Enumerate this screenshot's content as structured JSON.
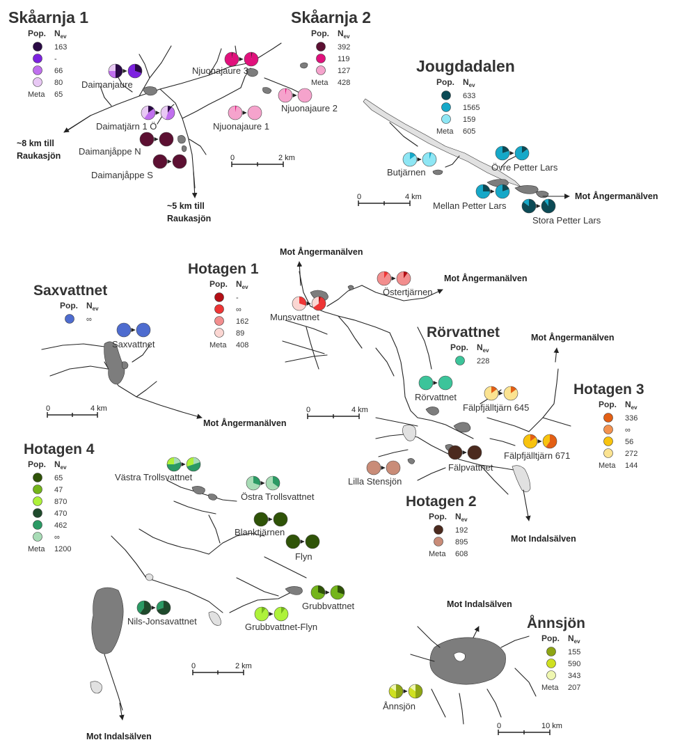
{
  "regions": [
    {
      "id": "skaarnja1",
      "title": "Skåarnja 1",
      "legend": {
        "pop_label": "Pop.",
        "nev_label": "N",
        "nev_sub": "ev",
        "rows": [
          {
            "color": "#2a0a45",
            "value": "163"
          },
          {
            "color": "#7d22e0",
            "value": "-"
          },
          {
            "color": "#c070ee",
            "value": "66"
          },
          {
            "color": "#e8c8f4",
            "value": "80"
          }
        ],
        "meta_label": "Meta",
        "meta_value": "65"
      }
    },
    {
      "id": "skaarnja2",
      "title": "Skåarnja 2",
      "legend": {
        "pop_label": "Pop.",
        "nev_label": "N",
        "nev_sub": "ev",
        "rows": [
          {
            "color": "#5c1032",
            "value": "392"
          },
          {
            "color": "#e0117c",
            "value": "119"
          },
          {
            "color": "#f5a3cc",
            "value": "127"
          }
        ],
        "meta_label": "Meta",
        "meta_value": "428"
      }
    },
    {
      "id": "jougdadalen",
      "title": "Jougdadalen",
      "legend": {
        "pop_label": "Pop.",
        "nev_label": "N",
        "nev_sub": "ev",
        "rows": [
          {
            "color": "#0c4a55",
            "value": "633"
          },
          {
            "color": "#16a8c8",
            "value": "1565"
          },
          {
            "color": "#8ee6f4",
            "value": "159"
          }
        ],
        "meta_label": "Meta",
        "meta_value": "605"
      }
    },
    {
      "id": "saxvattnet",
      "title": "Saxvattnet",
      "legend": {
        "pop_label": "Pop.",
        "nev_label": "N",
        "nev_sub": "ev",
        "rows": [
          {
            "color": "#4e6ccf",
            "value": "∞"
          }
        ],
        "meta_label": "",
        "meta_value": ""
      }
    },
    {
      "id": "hotagen1",
      "title": "Hotagen 1",
      "legend": {
        "pop_label": "Pop.",
        "nev_label": "N",
        "nev_sub": "ev",
        "rows": [
          {
            "color": "#b30f15",
            "value": "-"
          },
          {
            "color": "#ee3535",
            "value": "∞"
          },
          {
            "color": "#f28e8e",
            "value": "162"
          },
          {
            "color": "#fbd6d2",
            "value": "89"
          }
        ],
        "meta_label": "Meta",
        "meta_value": "408"
      }
    },
    {
      "id": "rorvattnet",
      "title": "Rörvattnet",
      "legend": {
        "pop_label": "Pop.",
        "nev_label": "N",
        "nev_sub": "ev",
        "rows": [
          {
            "color": "#3cc49a",
            "value": "228"
          }
        ],
        "meta_label": "",
        "meta_value": ""
      }
    },
    {
      "id": "hotagen3",
      "title": "Hotagen 3",
      "legend": {
        "pop_label": "Pop.",
        "nev_label": "N",
        "nev_sub": "ev",
        "rows": [
          {
            "color": "#e35f14",
            "value": "336"
          },
          {
            "color": "#f39250",
            "value": "∞"
          },
          {
            "color": "#f8c30e",
            "value": "56"
          },
          {
            "color": "#fbe391",
            "value": "272"
          }
        ],
        "meta_label": "Meta",
        "meta_value": "144"
      }
    },
    {
      "id": "hotagen4",
      "title": "Hotagen 4",
      "legend": {
        "pop_label": "Pop.",
        "nev_label": "N",
        "nev_sub": "ev",
        "rows": [
          {
            "color": "#2f5308",
            "value": "65"
          },
          {
            "color": "#74b51b",
            "value": "47"
          },
          {
            "color": "#aef23a",
            "value": "870"
          },
          {
            "color": "#1f4a2c",
            "value": "470"
          },
          {
            "color": "#2b9a64",
            "value": "462"
          },
          {
            "color": "#a8dcb6",
            "value": "∞"
          }
        ],
        "meta_label": "Meta",
        "meta_value": "1200"
      }
    },
    {
      "id": "hotagen2",
      "title": "Hotagen 2",
      "legend": {
        "pop_label": "Pop.",
        "nev_label": "N",
        "nev_sub": "ev",
        "rows": [
          {
            "color": "#4b2a1e",
            "value": "192"
          },
          {
            "color": "#c98c78",
            "value": "895"
          }
        ],
        "meta_label": "Meta",
        "meta_value": "608"
      }
    },
    {
      "id": "annsjon",
      "title": "Ånnsjön",
      "legend": {
        "pop_label": "Pop.",
        "nev_label": "N",
        "nev_sub": "ev",
        "rows": [
          {
            "color": "#8ea514",
            "value": "155"
          },
          {
            "color": "#cfe021",
            "value": "590"
          },
          {
            "color": "#eff7b1",
            "value": "343"
          }
        ],
        "meta_label": "Meta",
        "meta_value": "207"
      }
    }
  ],
  "populations": [
    {
      "label": "Daimanjaure",
      "a": [
        {
          "p": 0.5,
          "c": "#2a0a45"
        },
        {
          "p": 0.25,
          "c": "#c070ee"
        },
        {
          "p": 0.25,
          "c": "#e8c8f4"
        }
      ],
      "b": [
        {
          "p": 0.3,
          "c": "#2a0a45"
        },
        {
          "p": 0.7,
          "c": "#7d22e0"
        }
      ]
    },
    {
      "label": "Daimatjärn 1 Ö",
      "a": [
        {
          "p": 0.15,
          "c": "#2a0a45"
        },
        {
          "p": 0.45,
          "c": "#c070ee"
        },
        {
          "p": 0.4,
          "c": "#e8c8f4"
        }
      ],
      "b": [
        {
          "p": 0.1,
          "c": "#2a0a45"
        },
        {
          "p": 0.45,
          "c": "#c070ee"
        },
        {
          "p": 0.45,
          "c": "#e8c8f4"
        }
      ]
    },
    {
      "label": "Daimanjåppe N",
      "a": [
        {
          "p": 1,
          "c": "#5c1032"
        }
      ],
      "b": [
        {
          "p": 1,
          "c": "#5c1032"
        }
      ]
    },
    {
      "label": "Daimanjåppe S",
      "a": [
        {
          "p": 1,
          "c": "#5c1032"
        }
      ],
      "b": [
        {
          "p": 1,
          "c": "#5c1032"
        }
      ]
    },
    {
      "label": "Njuonajaure 3",
      "a": [
        {
          "p": 0.03,
          "c": "#5c1032"
        },
        {
          "p": 0.97,
          "c": "#e0117c"
        }
      ],
      "b": [
        {
          "p": 0.03,
          "c": "#5c1032"
        },
        {
          "p": 0.97,
          "c": "#e0117c"
        }
      ]
    },
    {
      "label": "Njuonajaure 2",
      "a": [
        {
          "p": 0.03,
          "c": "#e0117c"
        },
        {
          "p": 0.97,
          "c": "#f5a3cc"
        }
      ],
      "b": [
        {
          "p": 1,
          "c": "#f5a3cc"
        }
      ]
    },
    {
      "label": "Njuonajaure 1",
      "a": [
        {
          "p": 0.03,
          "c": "#e0117c"
        },
        {
          "p": 0.97,
          "c": "#f5a3cc"
        }
      ],
      "b": [
        {
          "p": 1,
          "c": "#f5a3cc"
        }
      ]
    },
    {
      "label": "Butjärnen",
      "a": [
        {
          "p": 0.15,
          "c": "#16a8c8"
        },
        {
          "p": 0.85,
          "c": "#8ee6f4"
        }
      ],
      "b": [
        {
          "p": 0.05,
          "c": "#16a8c8"
        },
        {
          "p": 0.95,
          "c": "#8ee6f4"
        }
      ]
    },
    {
      "label": "Övre Petter Lars",
      "a": [
        {
          "p": 0.2,
          "c": "#0c4a55"
        },
        {
          "p": 0.8,
          "c": "#16a8c8"
        }
      ],
      "b": [
        {
          "p": 0.15,
          "c": "#0c4a55"
        },
        {
          "p": 0.85,
          "c": "#16a8c8"
        }
      ]
    },
    {
      "label": "Mellan Petter Lars",
      "a": [
        {
          "p": 0.25,
          "c": "#0c4a55"
        },
        {
          "p": 0.75,
          "c": "#16a8c8"
        }
      ],
      "b": [
        {
          "p": 0.2,
          "c": "#0c4a55"
        },
        {
          "p": 0.8,
          "c": "#16a8c8"
        }
      ]
    },
    {
      "label": "Stora Petter Lars",
      "a": [
        {
          "p": 0.85,
          "c": "#0c4a55"
        },
        {
          "p": 0.15,
          "c": "#16a8c8"
        }
      ],
      "b": [
        {
          "p": 0.9,
          "c": "#0c4a55"
        },
        {
          "p": 0.1,
          "c": "#16a8c8"
        }
      ]
    },
    {
      "label": "Saxvattnet",
      "a": [
        {
          "p": 1,
          "c": "#4e6ccf"
        }
      ],
      "b": [
        {
          "p": 1,
          "c": "#4e6ccf"
        }
      ]
    },
    {
      "label": "Östertjärnen",
      "a": [
        {
          "p": 0.1,
          "c": "#ee3535"
        },
        {
          "p": 0.9,
          "c": "#f28e8e"
        }
      ],
      "b": [
        {
          "p": 0.1,
          "c": "#b30f15"
        },
        {
          "p": 0.9,
          "c": "#f28e8e"
        }
      ]
    },
    {
      "label": "Munsvattnet",
      "a": [
        {
          "p": 0.3,
          "c": "#ee3535"
        },
        {
          "p": 0.7,
          "c": "#fbd6d2"
        }
      ],
      "b": [
        {
          "p": 0.05,
          "c": "#b30f15"
        },
        {
          "p": 0.6,
          "c": "#ee3535"
        },
        {
          "p": 0.35,
          "c": "#fbd6d2"
        }
      ]
    },
    {
      "label": "Rörvattnet",
      "a": [
        {
          "p": 1,
          "c": "#3cc49a"
        }
      ],
      "b": [
        {
          "p": 1,
          "c": "#3cc49a"
        }
      ]
    },
    {
      "label": "Fälpfjälltjärn 645",
      "a": [
        {
          "p": 0.15,
          "c": "#e35f14"
        },
        {
          "p": 0.85,
          "c": "#fbe391"
        }
      ],
      "b": [
        {
          "p": 0.15,
          "c": "#e35f14"
        },
        {
          "p": 0.85,
          "c": "#fbe391"
        }
      ]
    },
    {
      "label": "Fälpfjälltjärn 671",
      "a": [
        {
          "p": 0.15,
          "c": "#e35f14"
        },
        {
          "p": 0.85,
          "c": "#f8c30e"
        }
      ],
      "b": [
        {
          "p": 0.6,
          "c": "#e35f14"
        },
        {
          "p": 0.4,
          "c": "#f8c30e"
        }
      ]
    },
    {
      "label": "Fälpvattnet",
      "a": [
        {
          "p": 1,
          "c": "#4b2a1e"
        }
      ],
      "b": [
        {
          "p": 1,
          "c": "#4b2a1e"
        }
      ]
    },
    {
      "label": "Lilla Stensjön",
      "a": [
        {
          "p": 1,
          "c": "#c98c78"
        }
      ],
      "b": [
        {
          "p": 1,
          "c": "#c98c78"
        }
      ]
    },
    {
      "label": "Västra Trollsvattnet",
      "a": [
        {
          "p": 0.2,
          "c": "#a8dcb6"
        },
        {
          "p": 0.55,
          "c": "#2b9a64"
        },
        {
          "p": 0.25,
          "c": "#aef23a"
        }
      ],
      "b": [
        {
          "p": 0.2,
          "c": "#a8dcb6"
        },
        {
          "p": 0.5,
          "c": "#2b9a64"
        },
        {
          "p": 0.3,
          "c": "#aef23a"
        }
      ]
    },
    {
      "label": "Östra Trollsvattnet",
      "a": [
        {
          "p": 0.3,
          "c": "#2b9a64"
        },
        {
          "p": 0.7,
          "c": "#a8dcb6"
        }
      ],
      "b": [
        {
          "p": 0.35,
          "c": "#2b9a64"
        },
        {
          "p": 0.65,
          "c": "#a8dcb6"
        }
      ]
    },
    {
      "label": "Blanktjärnen",
      "a": [
        {
          "p": 1,
          "c": "#2f5308"
        }
      ],
      "b": [
        {
          "p": 1,
          "c": "#2f5308"
        }
      ]
    },
    {
      "label": "Flyn",
      "a": [
        {
          "p": 1,
          "c": "#2f5308"
        }
      ],
      "b": [
        {
          "p": 1,
          "c": "#2f5308"
        }
      ]
    },
    {
      "label": "Grubbvattnet",
      "a": [
        {
          "p": 0.3,
          "c": "#2f5308"
        },
        {
          "p": 0.7,
          "c": "#74b51b"
        }
      ],
      "b": [
        {
          "p": 0.3,
          "c": "#2f5308"
        },
        {
          "p": 0.7,
          "c": "#74b51b"
        }
      ]
    },
    {
      "label": "Grubbvattnet-Flyn",
      "a": [
        {
          "p": 0.1,
          "c": "#74b51b"
        },
        {
          "p": 0.9,
          "c": "#aef23a"
        }
      ],
      "b": [
        {
          "p": 0.1,
          "c": "#74b51b"
        },
        {
          "p": 0.9,
          "c": "#aef23a"
        }
      ]
    },
    {
      "label": "Nils-Jonsavattnet",
      "a": [
        {
          "p": 0.6,
          "c": "#1f4a2c"
        },
        {
          "p": 0.4,
          "c": "#2b9a64"
        }
      ],
      "b": [
        {
          "p": 0.7,
          "c": "#1f4a2c"
        },
        {
          "p": 0.3,
          "c": "#2b9a64"
        }
      ]
    },
    {
      "label": "Ånnsjön",
      "a": [
        {
          "p": 0.5,
          "c": "#8ea514"
        },
        {
          "p": 0.35,
          "c": "#cfe021"
        },
        {
          "p": 0.15,
          "c": "#eff7b1"
        }
      ],
      "b": [
        {
          "p": 0.5,
          "c": "#8ea514"
        },
        {
          "p": 0.35,
          "c": "#cfe021"
        },
        {
          "p": 0.15,
          "c": "#eff7b1"
        }
      ]
    }
  ],
  "destinations": [
    {
      "id": "sk1a",
      "text": "~8 km till"
    },
    {
      "id": "sk1b",
      "text": "Raukasjön"
    },
    {
      "id": "sk2a",
      "text": "~5 km till"
    },
    {
      "id": "sk2b",
      "text": "Raukasjön"
    },
    {
      "id": "jo",
      "text": "Mot Ångermanälven"
    },
    {
      "id": "sa",
      "text": "Mot Ångermanälven"
    },
    {
      "id": "h1n",
      "text": "Mot Ångermanälven"
    },
    {
      "id": "h1e",
      "text": "Mot Ångermanälven"
    },
    {
      "id": "h3",
      "text": "Mot Ångermanälven"
    },
    {
      "id": "h2",
      "text": "Mot Indalsälven"
    },
    {
      "id": "h4",
      "text": "Mot Indalsälven"
    },
    {
      "id": "an",
      "text": "Mot Indalsälven"
    }
  ],
  "scalebars": [
    {
      "id": "sk",
      "zero": "0",
      "end": "2 km"
    },
    {
      "id": "jo",
      "zero": "0",
      "end": "4 km"
    },
    {
      "id": "sa",
      "zero": "0",
      "end": "4 km"
    },
    {
      "id": "ho",
      "zero": "0",
      "end": "4 km"
    },
    {
      "id": "h4",
      "zero": "0",
      "end": "2 km"
    },
    {
      "id": "an",
      "zero": "0",
      "end": "10 km"
    }
  ]
}
